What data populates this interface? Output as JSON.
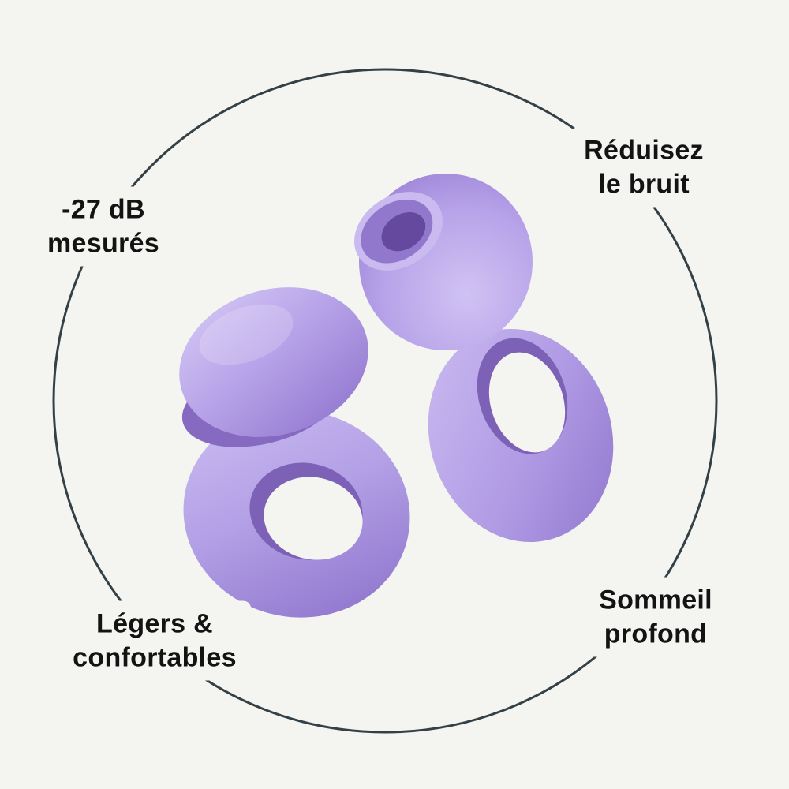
{
  "page": {
    "background": "#f4f4f1",
    "text_color": "#131313"
  },
  "circle": {
    "color": "#334046"
  },
  "product": {
    "colors": {
      "base": "#ae96e2",
      "light": "#cabaf0",
      "mid": "#9278cc",
      "shade": "#8669c0",
      "dark": "#7d61b6",
      "deep": "#64499f",
      "hole_bg": "#f4f4f1"
    }
  },
  "callouts": {
    "top_left": "-27 dB\nmesurés",
    "top_right": "Réduisez\nle bruit",
    "bottom_left": "Légers &\nconfortables",
    "bottom_right": "Sommeil\nprofond"
  }
}
